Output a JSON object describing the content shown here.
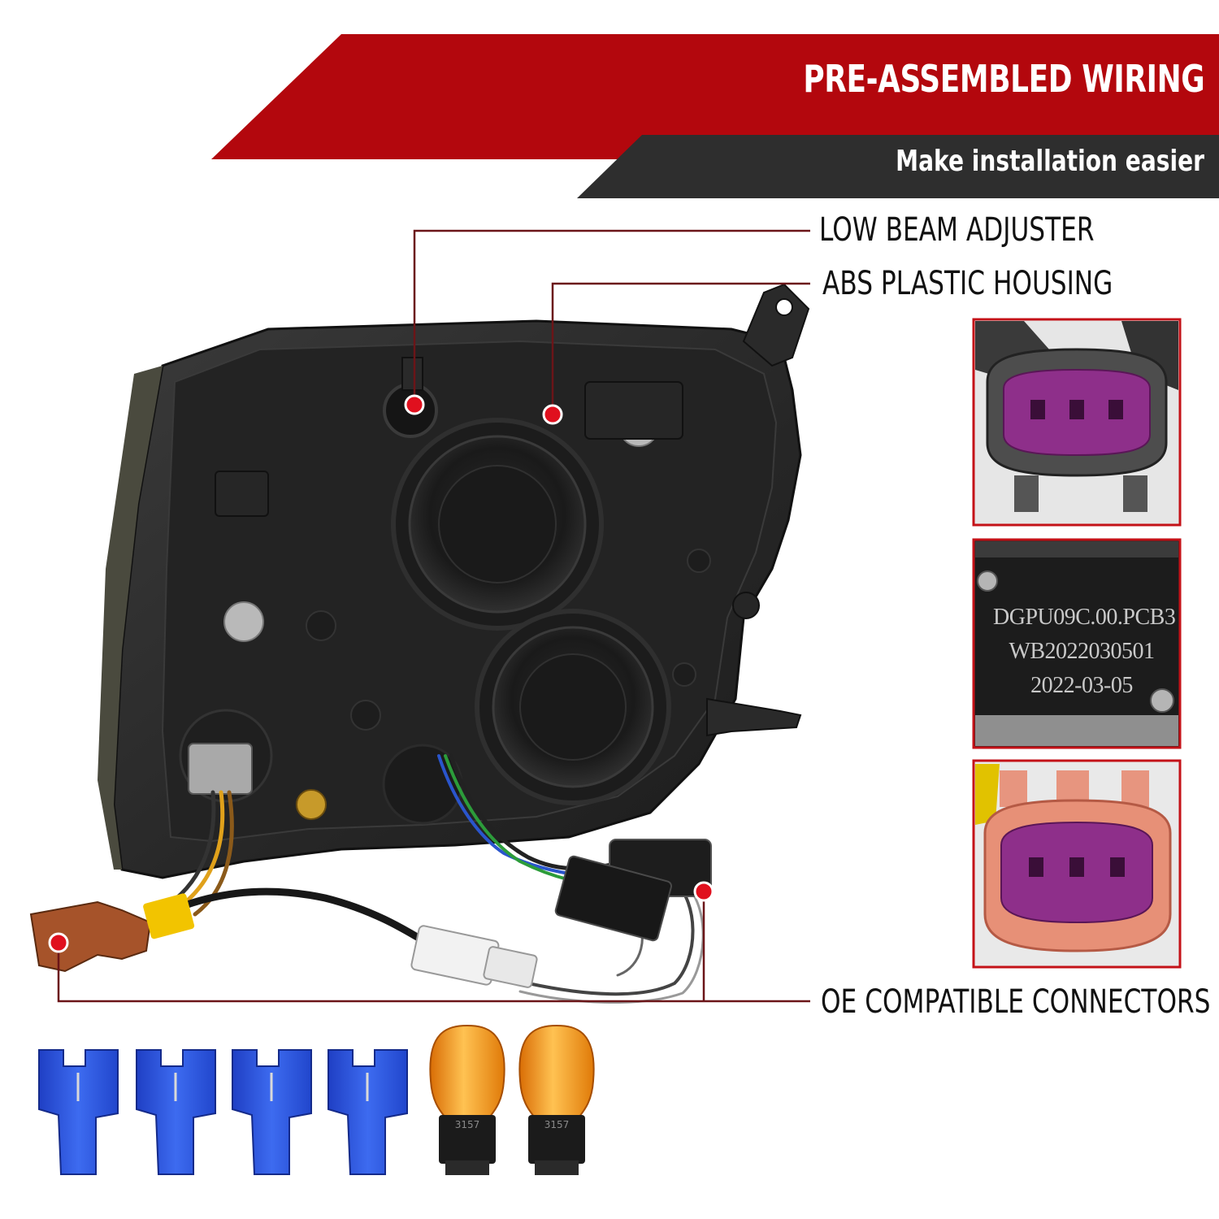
{
  "banner": {
    "title": "PRE-ASSEMBLED WIRING",
    "subtitle": "Make installation easier",
    "primary_color": "#b3070d",
    "secondary_color": "#2e2e2e"
  },
  "callouts": {
    "low_beam_adjuster": "LOW BEAM ADJUSTER",
    "abs_plastic_housing": "ABS PLASTIC HOUSING",
    "oe_compatible_connectors": "OE COMPATIBLE CONNECTORS"
  },
  "detail_panels": {
    "pcb_label": {
      "line1": "DGPU09C.00.PCB3",
      "line2": "WB2022030501",
      "line3": "2022-03-05"
    }
  },
  "accessories": {
    "bulb_code": "3157",
    "bulb_color": "#f39a1c",
    "connector_color": "#2952d6"
  }
}
